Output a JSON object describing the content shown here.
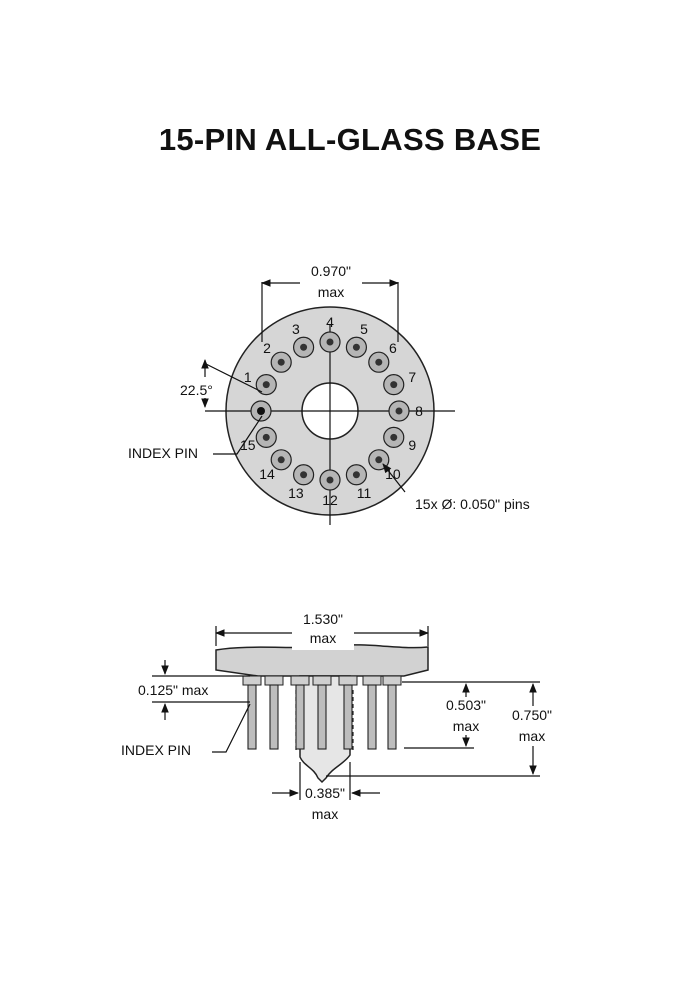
{
  "title": "15-PIN ALL-GLASS BASE",
  "top_view": {
    "diameter_value": "0.970\"",
    "diameter_qualifier": "max",
    "angle": "22.5°",
    "index_pin_label": "INDEX PIN",
    "pins_note": "15x Ø: 0.050\" pins",
    "pin_numbers": [
      "1",
      "2",
      "3",
      "4",
      "5",
      "6",
      "7",
      "8",
      "9",
      "10",
      "11",
      "12",
      "13",
      "14",
      "15"
    ]
  },
  "side_view": {
    "width_value": "1.530\"",
    "width_qualifier": "max",
    "seal_value": "0.125\" max",
    "pin_len_value": "0.503\"",
    "pin_len_qualifier": "max",
    "total_value": "0.750\"",
    "total_qualifier": "max",
    "tip_value": "0.385\"",
    "tip_qualifier": "max",
    "index_pin_label": "INDEX PIN"
  }
}
